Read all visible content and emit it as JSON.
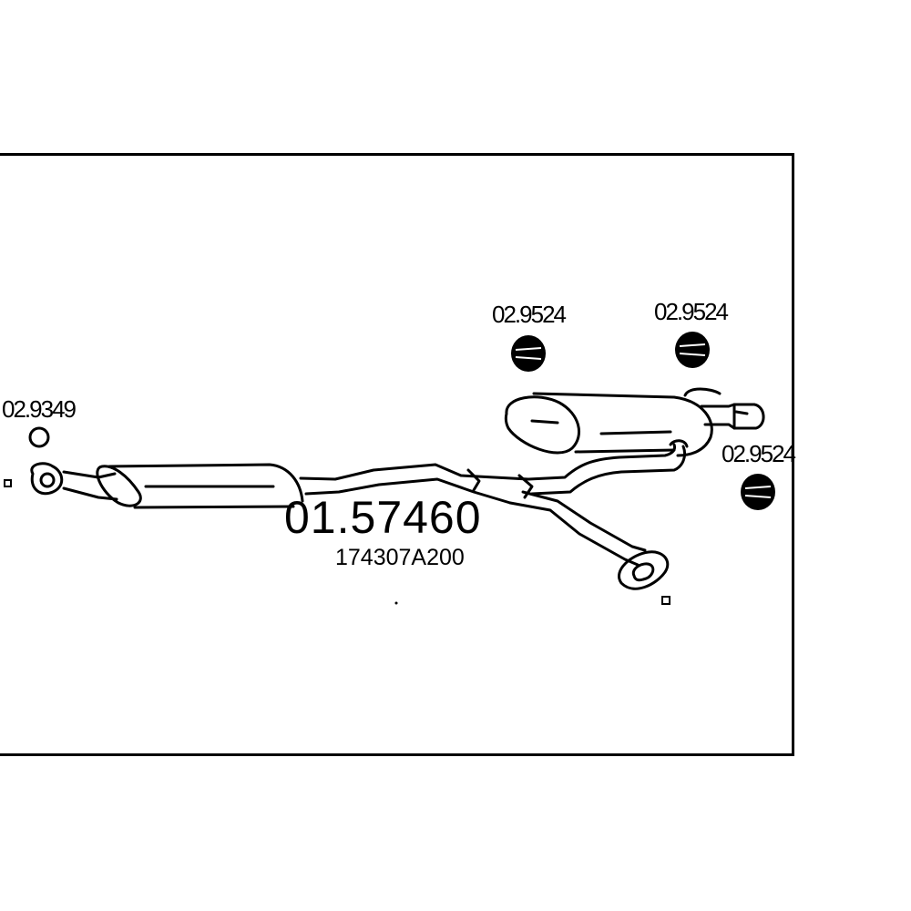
{
  "part_number": "01.57460",
  "oe_number": "174307A200",
  "hardware": {
    "ring_gasket": "02.9349",
    "hanger_1": "02.9524",
    "hanger_2": "02.9524",
    "hanger_3": "02.9524"
  }
}
